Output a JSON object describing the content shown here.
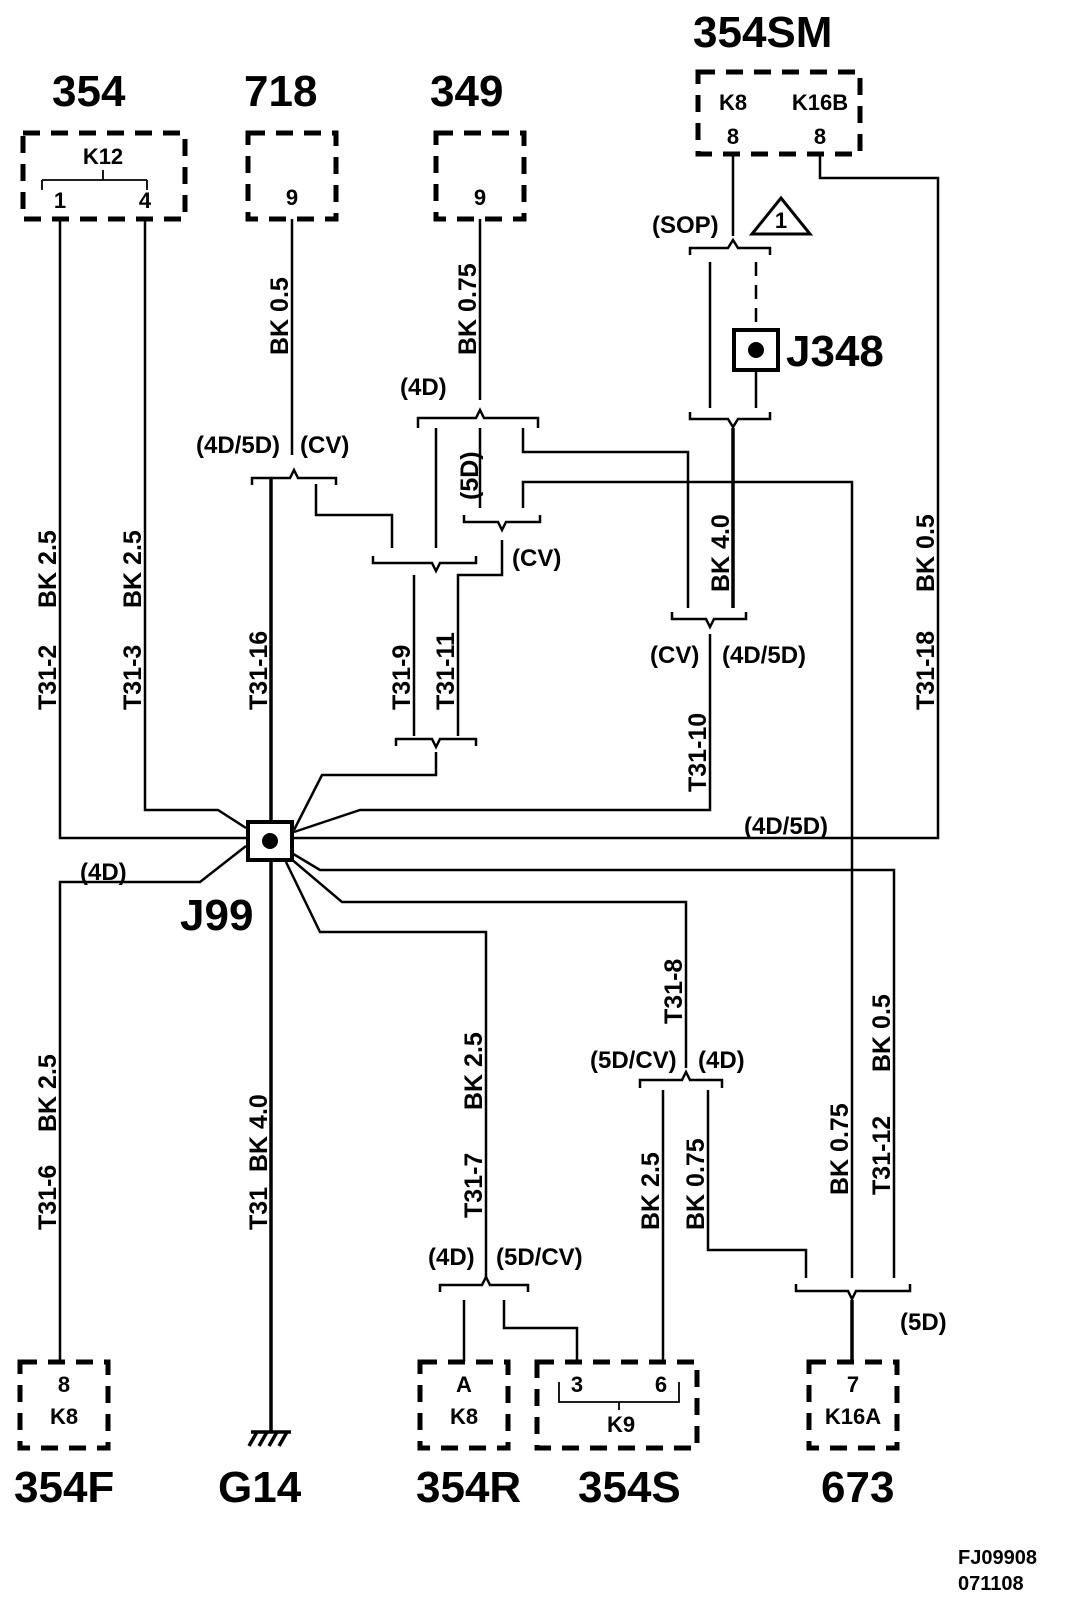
{
  "components": {
    "c354": {
      "name": "354",
      "connector": "K12",
      "pins": [
        "1",
        "4"
      ]
    },
    "c718": {
      "name": "718",
      "pin": "9"
    },
    "c349": {
      "name": "349",
      "pin": "9"
    },
    "c354sm": {
      "name": "354SM",
      "connectors": [
        "K8",
        "K16B"
      ],
      "pins": [
        "8",
        "8"
      ]
    },
    "c354f": {
      "name": "354F",
      "pin": "8",
      "connector": "K8"
    },
    "cg14": {
      "name": "G14"
    },
    "c354r": {
      "name": "354R",
      "pin": "A",
      "connector": "K8"
    },
    "c354s": {
      "name": "354S",
      "connector": "K9",
      "pins": [
        "3",
        "6"
      ]
    },
    "c673": {
      "name": "673",
      "pin": "7",
      "connector": "K16A"
    }
  },
  "splices": {
    "j99": "J99",
    "j348": "J348"
  },
  "note_marker": "1",
  "wires": {
    "t31_2": {
      "id": "T31-2",
      "spec": "BK  2.5"
    },
    "t31_3": {
      "id": "T31-3",
      "spec": "BK  2.5"
    },
    "w718": {
      "spec": "BK  0.5"
    },
    "t31_16": {
      "id": "T31-16"
    },
    "w349": {
      "spec": "BK  0.75"
    },
    "t31_9": {
      "id": "T31-9"
    },
    "t31_11": {
      "id": "T31-11"
    },
    "w4_0": {
      "spec": "BK  4.0"
    },
    "t31_10": {
      "id": "T31-10"
    },
    "t31_18": {
      "id": "T31-18",
      "spec": "BK  0.5"
    },
    "t31_6": {
      "id": "T31-6",
      "spec": "BK  2.5"
    },
    "t31": {
      "id": "T31",
      "spec": "BK  4.0"
    },
    "t31_7": {
      "id": "T31-7",
      "spec": "BK  2.5"
    },
    "t31_8": {
      "id": "T31-8"
    },
    "w354s_6": {
      "spec": "BK  2.5"
    },
    "w354s_3": {
      "spec": "BK  0.75"
    },
    "w673": {
      "spec": "BK  0.75"
    },
    "t31_12": {
      "id": "T31-12",
      "spec": "BK  0.5"
    }
  },
  "variants": {
    "sop": "(SOP)",
    "v4d5d": "(4D/5D)",
    "cv": "(CV)",
    "v4d": "(4D)",
    "v5d": "(5D)",
    "v5dcv": "(5D/CV)"
  },
  "figure_code": [
    "FJ09908",
    "071108"
  ]
}
